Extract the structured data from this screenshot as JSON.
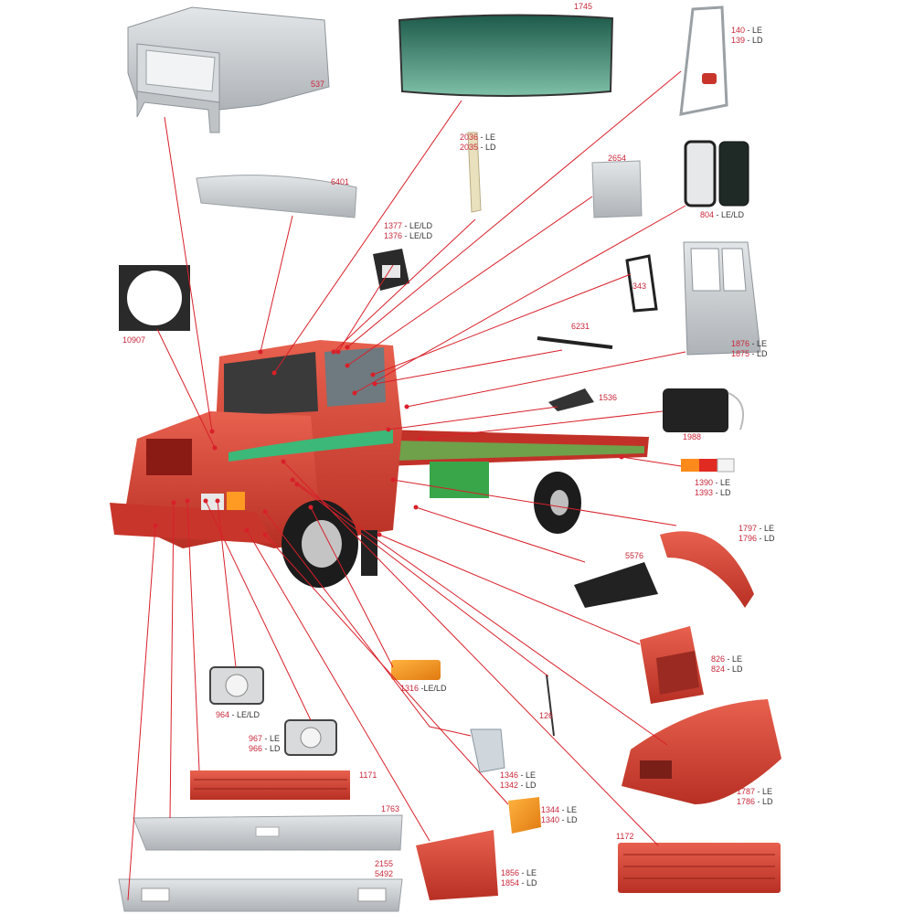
{
  "labels": [
    {
      "id": "537",
      "lines": [
        {
          "num": "537",
          "suf": ""
        }
      ]
    },
    {
      "id": "1745",
      "lines": [
        {
          "num": "1745",
          "suf": ""
        }
      ]
    },
    {
      "id": "140",
      "lines": [
        {
          "num": "140",
          "suf": " - LE"
        },
        {
          "num": "139",
          "suf": " - LD"
        }
      ]
    },
    {
      "id": "6401",
      "lines": [
        {
          "num": "6401",
          "suf": ""
        }
      ]
    },
    {
      "id": "2036",
      "lines": [
        {
          "num": "2036",
          "suf": " - LE"
        },
        {
          "num": "2035",
          "suf": " - LD"
        }
      ]
    },
    {
      "id": "2654",
      "lines": [
        {
          "num": "2654",
          "suf": ""
        }
      ]
    },
    {
      "id": "804",
      "lines": [
        {
          "num": "804",
          "suf": " - LE/LD"
        }
      ]
    },
    {
      "id": "1377",
      "lines": [
        {
          "num": "1377",
          "suf": " - LE/LD"
        },
        {
          "num": "1376",
          "suf": " - LE/LD"
        }
      ]
    },
    {
      "id": "343",
      "lines": [
        {
          "num": "343",
          "suf": ""
        }
      ]
    },
    {
      "id": "10907",
      "lines": [
        {
          "num": "10907",
          "suf": ""
        }
      ]
    },
    {
      "id": "6231",
      "lines": [
        {
          "num": "6231",
          "suf": ""
        }
      ]
    },
    {
      "id": "1876",
      "lines": [
        {
          "num": "1876",
          "suf": " - LE"
        },
        {
          "num": "1875",
          "suf": " - LD"
        }
      ]
    },
    {
      "id": "1536",
      "lines": [
        {
          "num": "1536",
          "suf": ""
        }
      ]
    },
    {
      "id": "1988",
      "lines": [
        {
          "num": "1988",
          "suf": ""
        }
      ]
    },
    {
      "id": "1390",
      "lines": [
        {
          "num": "1390",
          "suf": " - LE"
        },
        {
          "num": "1393",
          "suf": " - LD"
        }
      ]
    },
    {
      "id": "1797",
      "lines": [
        {
          "num": "1797",
          "suf": " - LE"
        },
        {
          "num": "1796",
          "suf": " - LD"
        }
      ]
    },
    {
      "id": "5576",
      "lines": [
        {
          "num": "5576",
          "suf": ""
        }
      ]
    },
    {
      "id": "826",
      "lines": [
        {
          "num": "826",
          "suf": " - LE"
        },
        {
          "num": "824",
          "suf": " - LD"
        }
      ]
    },
    {
      "id": "1316",
      "lines": [
        {
          "num": "1316",
          "suf": " -LE/LD"
        }
      ]
    },
    {
      "id": "964",
      "lines": [
        {
          "num": "964",
          "suf": " - LE/LD"
        }
      ]
    },
    {
      "id": "126",
      "lines": [
        {
          "num": "126",
          "suf": ""
        }
      ]
    },
    {
      "id": "967",
      "lines": [
        {
          "num": "967",
          "suf": " - LE"
        },
        {
          "num": "966",
          "suf": " - LD"
        }
      ]
    },
    {
      "id": "1346",
      "lines": [
        {
          "num": "1346",
          "suf": " - LE"
        },
        {
          "num": "1342",
          "suf": " - LD"
        }
      ]
    },
    {
      "id": "1787",
      "lines": [
        {
          "num": "1787",
          "suf": " - LE"
        },
        {
          "num": "1786",
          "suf": " - LD"
        }
      ]
    },
    {
      "id": "1171",
      "lines": [
        {
          "num": "1171",
          "suf": ""
        }
      ]
    },
    {
      "id": "1344",
      "lines": [
        {
          "num": "1344",
          "suf": " - LE"
        },
        {
          "num": "1340",
          "suf": " - LD"
        }
      ]
    },
    {
      "id": "1763",
      "lines": [
        {
          "num": "1763",
          "suf": ""
        }
      ]
    },
    {
      "id": "1172",
      "lines": [
        {
          "num": "1172",
          "suf": ""
        }
      ]
    },
    {
      "id": "1856",
      "lines": [
        {
          "num": "1856",
          "suf": " - LE"
        },
        {
          "num": "1854",
          "suf": " - LD"
        }
      ]
    },
    {
      "id": "2155",
      "lines": [
        {
          "num": "2155",
          "suf": ""
        },
        {
          "num": "5492",
          "suf": ""
        }
      ]
    }
  ],
  "colors": {
    "leader": "#d8202a",
    "label_number": "#c8283a",
    "label_suffix": "#333333",
    "truck_red": "#d8453a",
    "truck_dark_red": "#a82a22",
    "glass": "#2e7f6c",
    "grey_part": "#c9cdd0"
  }
}
